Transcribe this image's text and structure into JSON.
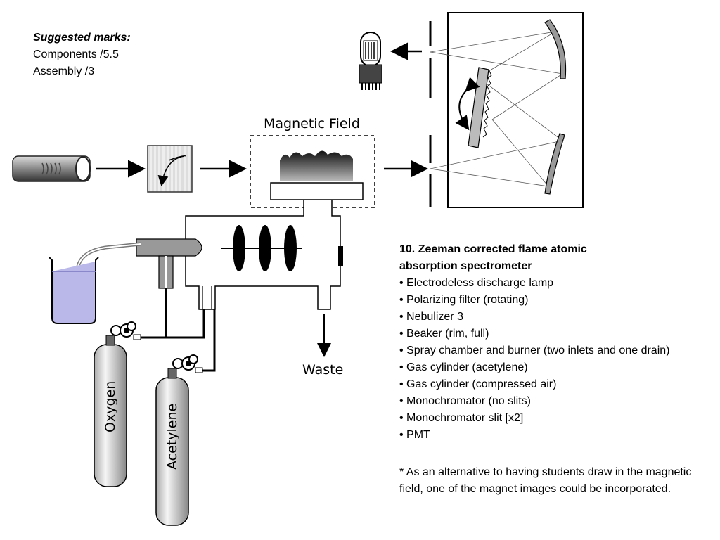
{
  "marks": {
    "title": "Suggested marks:",
    "lines": [
      "Components /5.5",
      "Assembly /3"
    ]
  },
  "diagram": {
    "magnetic_field_label": "Magnetic Field",
    "waste_label": "Waste",
    "oxygen_label": "Oxygen",
    "acetylene_label": "Acetylene"
  },
  "question": {
    "title_line1": "10. Zeeman corrected flame atomic",
    "title_line2": "absorption spectrometer",
    "items": [
      "Electrodeless discharge lamp",
      "Polarizing filter (rotating)",
      "Nebulizer 3",
      "Beaker (rim, full)",
      "Spray chamber and burner (two inlets and one drain)",
      "Gas cylinder (acetylene)",
      "Gas cylinder (compressed air)",
      "Monochromator (no slits)",
      "Monochromator slit [x2]",
      "PMT"
    ],
    "note": "* As an alternative to having students draw in the magnetic field, one of the magnet images could be incorporated."
  },
  "colors": {
    "liquid": "#b9b8e8",
    "gray": "#9a9a9a",
    "dark": "#3a3a3a"
  }
}
